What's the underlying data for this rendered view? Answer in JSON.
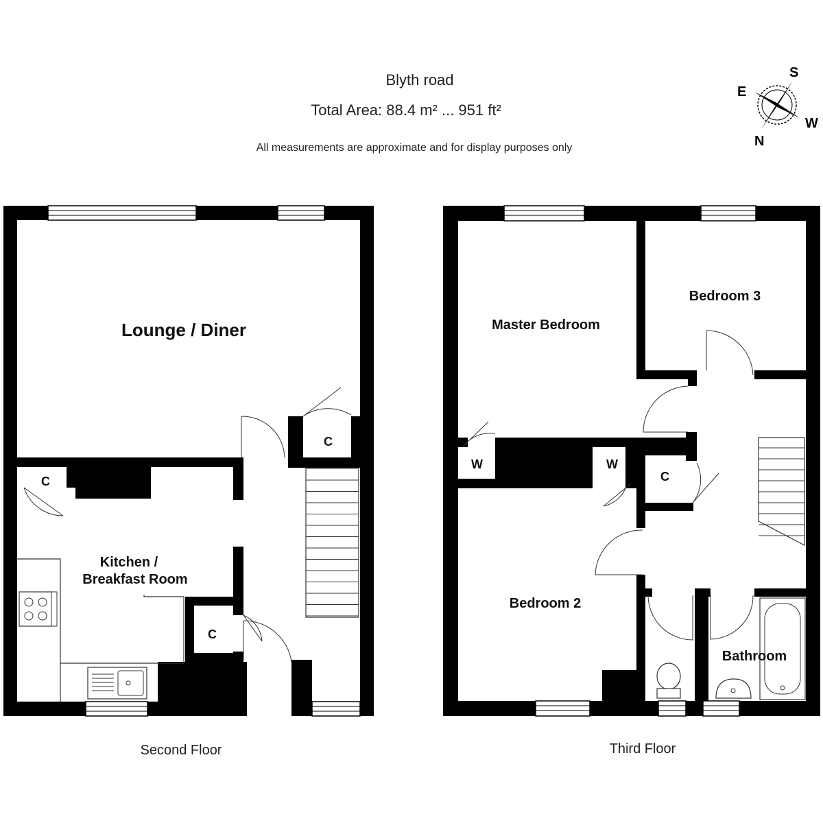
{
  "header": {
    "title": "Blyth road",
    "area_text": "Total Area: 88.4 m² ... 951 ft²",
    "note": "All measurements are approximate and for display purposes only"
  },
  "compass": {
    "n": "N",
    "e": "E",
    "s": "S",
    "w": "W"
  },
  "second_floor": {
    "label": "Second Floor",
    "lounge": "Lounge / Diner",
    "kitchen_line1": "Kitchen /",
    "kitchen_line2": "Breakfast Room",
    "cupboard": "C"
  },
  "third_floor": {
    "label": "Third Floor",
    "master": "Master Bedroom",
    "bed3": "Bedroom 3",
    "bed2": "Bedroom 2",
    "bathroom": "Bathroom",
    "wardrobe": "W",
    "cupboard": "C"
  },
  "colors": {
    "wall": "#000000",
    "line": "#333333"
  }
}
